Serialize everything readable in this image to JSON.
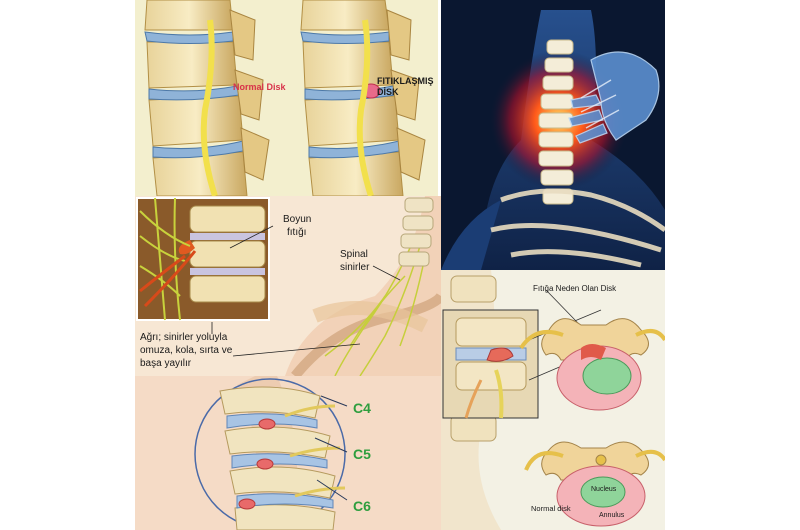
{
  "panels": {
    "disk": {
      "normal_label": "Normal Disk",
      "herniated_label_line1": "FITIKLAŞMIŞ",
      "herniated_label_line2": "DİSK"
    },
    "neck": {
      "hernia_label_line1": "Boyun",
      "hernia_label_line2": "fıtığı",
      "nerves_label_line1": "Spinal",
      "nerves_label_line2": "sinirler",
      "pain_line1": "Ağrı; sinirler yoluyla",
      "pain_line2": "omuza, kola, sırta ve",
      "pain_line3": "başa yayılır"
    },
    "cervical": {
      "levels": [
        "C4",
        "C5",
        "C6"
      ],
      "level_color": "#2e9e3e"
    },
    "lumbar": {
      "cause_label": "Fıtığa Neden Olan Disk",
      "normal_disk_label": "Normal disk",
      "nucleus_label": "Nucleus",
      "annulus_label": "Annulus"
    }
  }
}
